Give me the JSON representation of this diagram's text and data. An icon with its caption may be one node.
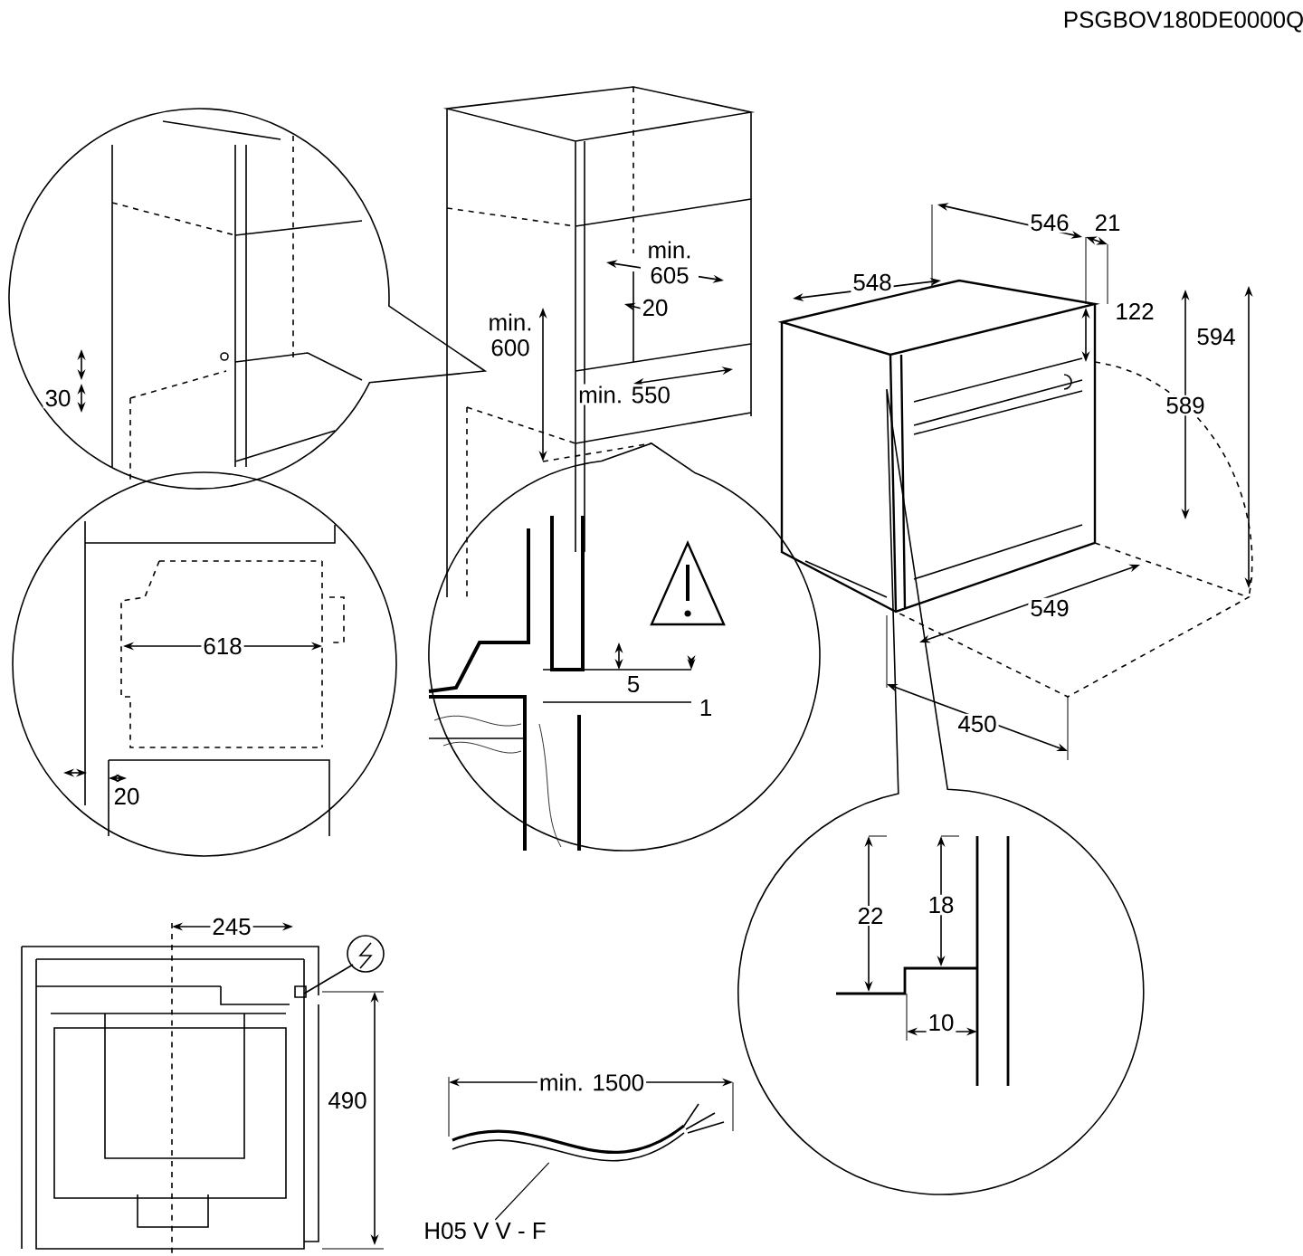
{
  "diagram": {
    "nodes": [
      {
        "text": [
          "H05 V V - F"
        ]
      },
      {
        "text": [],
        "shape": "picture"
      }
    ],
    "edges": [
      {
        "from": 0,
        "to": 1,
        "arrow": "none"
      }
    ],
    "labels": [
      "PSGBOV180DE0000Q",
      "546",
      "21",
      "min. 605",
      "548",
      "min. 600",
      "20",
      "122",
      "594",
      "30",
      "min. 550",
      "589",
      "618",
      "549",
      "5",
      "1",
      "450",
      "20",
      "22",
      "18",
      "245",
      "10",
      "490",
      "min. 1500"
    ]
  }
}
